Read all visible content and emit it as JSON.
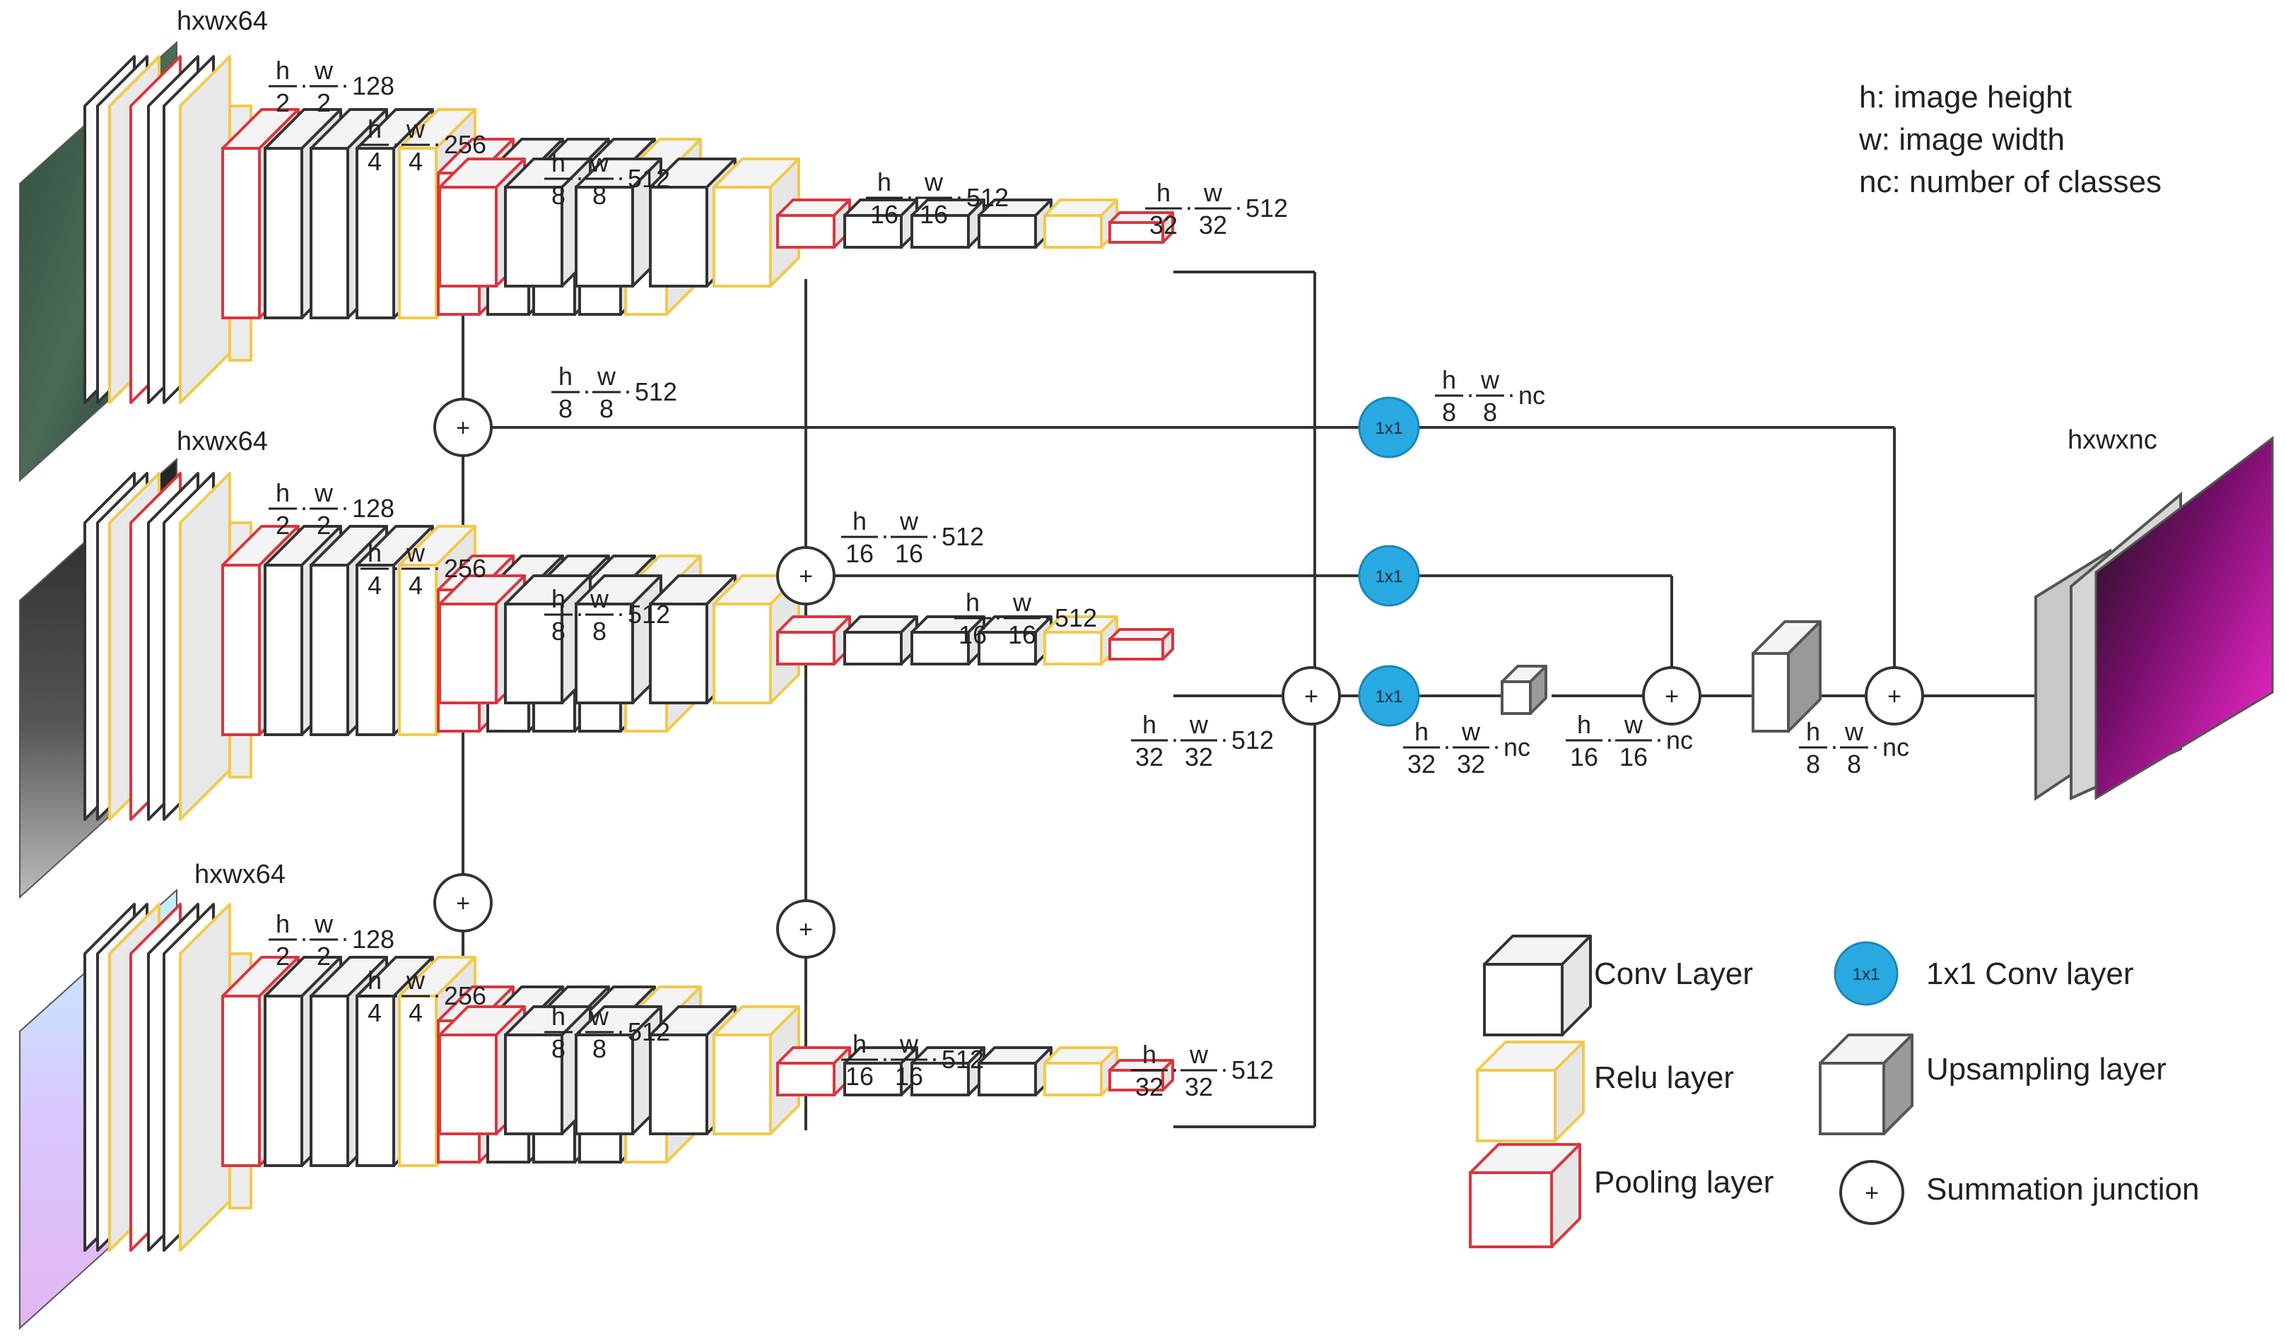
{
  "legend_notes": {
    "h": "h: image height",
    "w": "w: image width",
    "nc": "nc: number of classes"
  },
  "branch_input_labels": [
    "hxwx64",
    "hxwx64",
    "hxwx64"
  ],
  "output_label": "hxwxnc",
  "conv1x1_label": "1x1",
  "sum_symbol": "+",
  "dim_fractions": {
    "d2": {
      "num_h": "h",
      "den_h": "2",
      "num_w": "w",
      "den_w": "2",
      "suffix": "128"
    },
    "d4": {
      "num_h": "h",
      "den_h": "4",
      "num_w": "w",
      "den_w": "4",
      "suffix": "256"
    },
    "d8": {
      "num_h": "h",
      "den_h": "8",
      "num_w": "w",
      "den_w": "8",
      "suffix": "512"
    },
    "d16": {
      "num_h": "h",
      "den_h": "16",
      "num_w": "w",
      "den_w": "16",
      "suffix": "512"
    },
    "d32": {
      "num_h": "h",
      "den_h": "32",
      "num_w": "w",
      "den_w": "32",
      "suffix": "512"
    },
    "nc8": {
      "num_h": "h",
      "den_h": "8",
      "num_w": "w",
      "den_w": "8",
      "suffix": "nc"
    },
    "nc16": {
      "num_h": "h",
      "den_h": "16",
      "num_w": "w",
      "den_w": "16",
      "suffix": "nc"
    },
    "nc32": {
      "num_h": "h",
      "den_h": "32",
      "num_w": "w",
      "den_w": "32",
      "suffix": "nc"
    }
  },
  "legend": {
    "conv": "Conv Layer",
    "relu": "Relu layer",
    "pool": "Pooling layer",
    "conv1x1": "1x1 Conv layer",
    "upsample": "Upsampling layer",
    "sum": "Summation junction"
  },
  "colors": {
    "conv_edge": "#333333",
    "relu_edge": "#f2c94c",
    "pool_edge": "#d9363e",
    "face_fill": "#ffffff",
    "side_fill": "#e6e6e6",
    "conv1x1_fill": "#29a9e1",
    "upsample_fill": "#9a9a9a",
    "line": "#333333"
  }
}
